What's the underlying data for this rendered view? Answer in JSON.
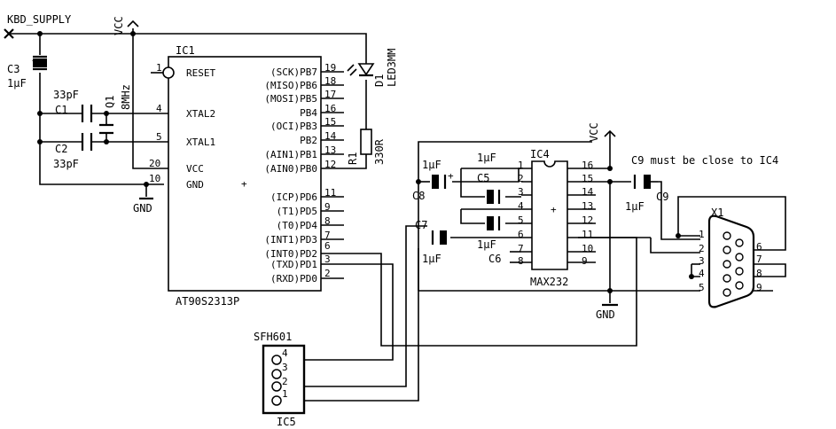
{
  "nets": {
    "kbd_supply": "KBD_SUPPLY",
    "vcc": "VCC",
    "gnd": "GND"
  },
  "ic1": {
    "ref": "IC1",
    "part": "AT90S2313P",
    "left_pins": [
      {
        "name": "RESET",
        "num": "1"
      },
      {
        "name": "XTAL2",
        "num": "4"
      },
      {
        "name": "XTAL1",
        "num": "5"
      },
      {
        "name": "VCC",
        "num": "20"
      },
      {
        "name": "GND",
        "num": "10"
      }
    ],
    "right_pins": [
      {
        "name": "(SCK)PB7",
        "num": "19"
      },
      {
        "name": "(MISO)PB6",
        "num": "18"
      },
      {
        "name": "(MOSI)PB5",
        "num": "17"
      },
      {
        "name": "PB4",
        "num": "16"
      },
      {
        "name": "(OCI)PB3",
        "num": "15"
      },
      {
        "name": "PB2",
        "num": "14"
      },
      {
        "name": "(AIN1)PB1",
        "num": "13"
      },
      {
        "name": "(AIN0)PB0",
        "num": "12"
      },
      {
        "name": "(ICP)PD6",
        "num": "11"
      },
      {
        "name": "(T1)PD5",
        "num": "9"
      },
      {
        "name": "(T0)PD4",
        "num": "8"
      },
      {
        "name": "(INT1)PD3",
        "num": "7"
      },
      {
        "name": "(INT0)PD2",
        "num": "6"
      },
      {
        "name": "(TXD)PD1",
        "num": "3"
      },
      {
        "name": "(RXD)PD0",
        "num": "2"
      }
    ]
  },
  "ic4": {
    "ref": "IC4",
    "part": "MAX232",
    "left_nums": [
      "1",
      "2",
      "3",
      "4",
      "5",
      "6",
      "7",
      "8"
    ],
    "right_nums": [
      "16",
      "15",
      "14",
      "13",
      "12",
      "11",
      "10",
      "9"
    ]
  },
  "ic5": {
    "ref": "IC5",
    "part": "SFH601",
    "pins": [
      "4",
      "3",
      "2",
      "1"
    ]
  },
  "x1": {
    "ref": "X1",
    "left_pins": [
      "1",
      "2",
      "3",
      "4",
      "5"
    ],
    "right_pins": [
      "6",
      "7",
      "8",
      "9"
    ]
  },
  "components": {
    "c3": {
      "ref": "C3",
      "value": "1µF"
    },
    "c1": {
      "ref": "C1",
      "value": "33pF"
    },
    "c2": {
      "ref": "C2",
      "value": "33pF"
    },
    "q1": {
      "ref": "Q1",
      "value": "8MHz"
    },
    "d1": {
      "ref": "D1",
      "value": "LED3MM"
    },
    "r1": {
      "ref": "R1",
      "value": "330R"
    },
    "c8": {
      "ref": "C8",
      "value": "1µF"
    },
    "c5": {
      "ref": "C5",
      "value": "1µF"
    },
    "c7": {
      "ref": "C7",
      "value": "1µF"
    },
    "c6": {
      "ref": "C6",
      "value": "1µF"
    },
    "c9": {
      "ref": "C9",
      "value": "1µF"
    }
  },
  "notes": {
    "c9_note": "C9 must be close to IC4"
  }
}
